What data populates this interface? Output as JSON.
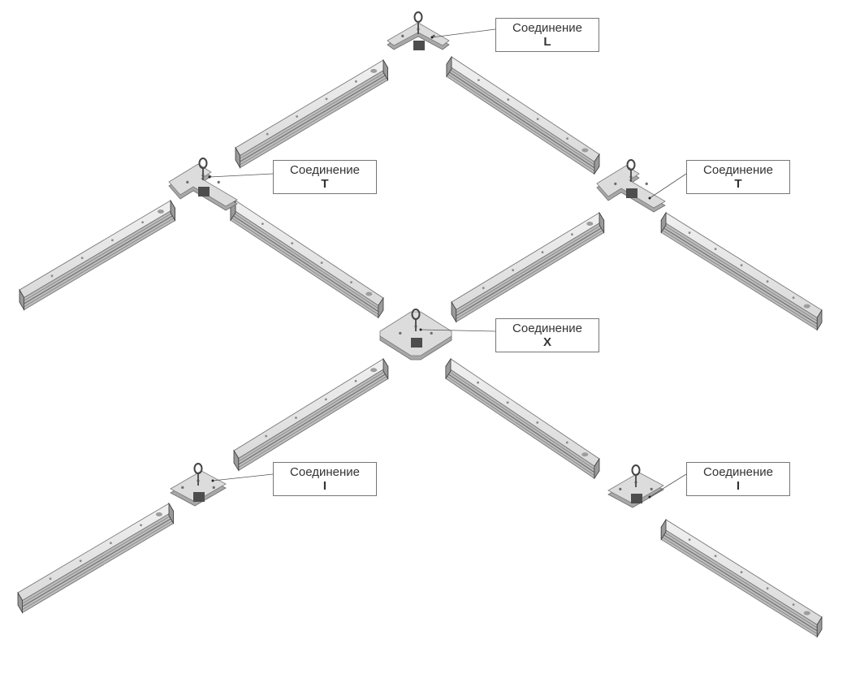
{
  "labels": [
    {
      "id": "L",
      "title": "Соединение",
      "letter": "L"
    },
    {
      "id": "T1",
      "title": "Соединение",
      "letter": "T"
    },
    {
      "id": "T2",
      "title": "Соединение",
      "letter": "T"
    },
    {
      "id": "X",
      "title": "Соединение",
      "letter": "X"
    },
    {
      "id": "I1",
      "title": "Соединение",
      "letter": "I"
    },
    {
      "id": "I2",
      "title": "Соединение",
      "letter": "I"
    }
  ],
  "colors": {
    "rail_top": "#e6e6e6",
    "rail_front": "#bdbdbd",
    "rail_dark": "#6f6f6f",
    "connector": "#dcdcdc",
    "leader": "#555555"
  }
}
